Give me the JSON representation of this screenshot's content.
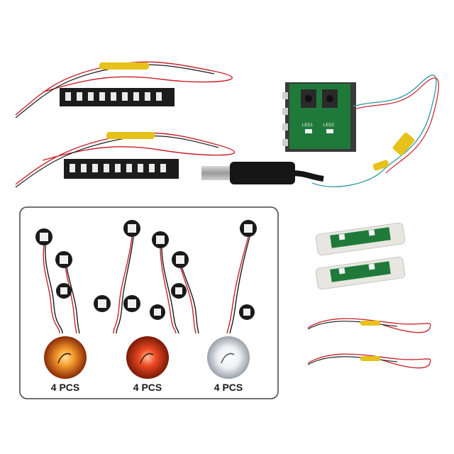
{
  "product_photo": {
    "pcb_silkscreen": {
      "led1": "LED1",
      "led2": "LED2"
    },
    "color_swatches": [
      {
        "color": "#f07a20",
        "label": "4 PCS"
      },
      {
        "color": "#e8421e",
        "label": "4 PCS"
      },
      {
        "color": "#f2f4f6",
        "label": "4 PCS"
      }
    ],
    "colors": {
      "wire_red": "#c8202a",
      "wire_black": "#1a1a1a",
      "heatshrink_gold": "#e6c21a",
      "pcb_green": "#1f7a3a",
      "strip_black": "#1c1c1c",
      "usb_black": "#161616",
      "frame_border": "#444444"
    }
  }
}
